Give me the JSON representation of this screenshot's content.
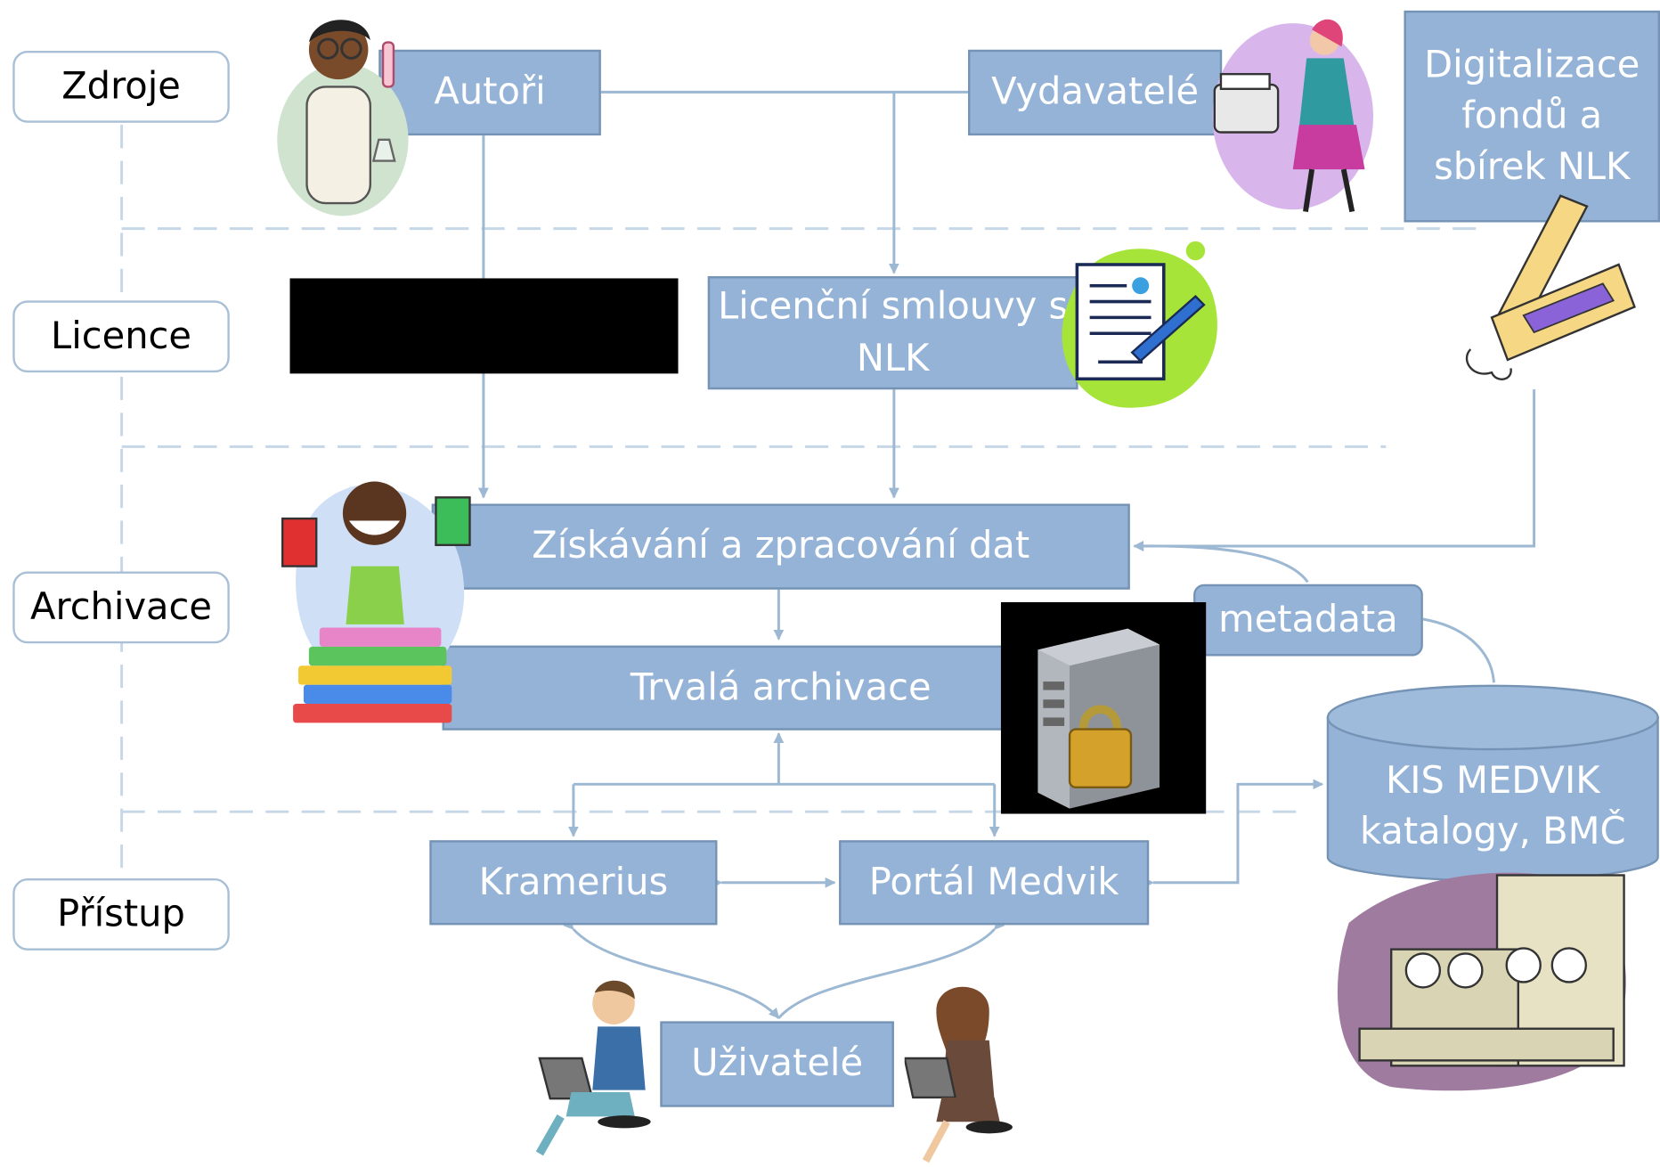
{
  "phases": {
    "zdroje": "Zdroje",
    "licence": "Licence",
    "archivace": "Archivace",
    "pristup": "Přístup"
  },
  "nodes": {
    "autori": "Autoři",
    "vydavatele": "Vydavatelé",
    "digitalizace": [
      "Digitalizace",
      "fondů a",
      "sbírek NLK"
    ],
    "licencni": [
      "Licenční smlouvy s",
      "NLK"
    ],
    "ziskavani": "Získávání a zpracování dat",
    "trvala": "Trvalá archivace",
    "metadata": "metadata",
    "kis": [
      "KIS MEDVIK",
      "katalogy, BMČ"
    ],
    "kramerius": "Kramerius",
    "portal": "Portál Medvik",
    "uzivatele": "Uživatelé"
  },
  "colors": {
    "box_fill": "#95b3d7",
    "box_border": "#7593b4",
    "arrow": "#9db8d2",
    "phase_border": "#a8bfd6",
    "separator": "#c6d7e8"
  },
  "illustrations": [
    "scientist-clipart",
    "printer-woman-clipart",
    "scanner-clipart",
    "contract-pen-clipart",
    "woman-on-books-clipart",
    "locked-server-image",
    "tape-computer-clipart",
    "man-with-laptop-clipart",
    "woman-with-laptop-clipart"
  ]
}
